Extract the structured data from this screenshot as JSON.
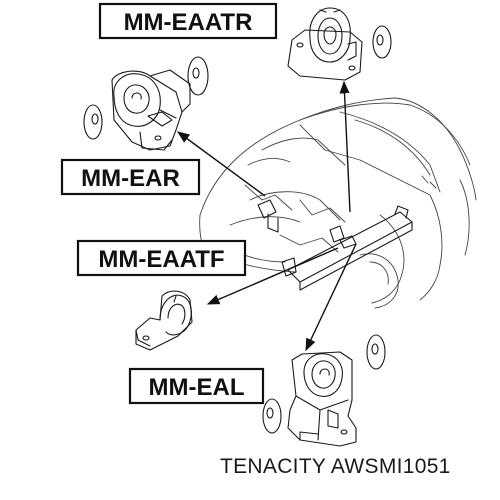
{
  "labels": {
    "top_right": "MM-EAATR",
    "upper_left": "MM-EAR",
    "middle_left": "MM-EAATF",
    "bottom_left": "MM-EAL"
  },
  "footer": {
    "brand": "TENACITY",
    "part_number": "AWSMI1051"
  },
  "icons": {
    "mount_parts": "engine-mount-icon",
    "washers": "washer-icon",
    "car_body": "car-body-outline"
  }
}
